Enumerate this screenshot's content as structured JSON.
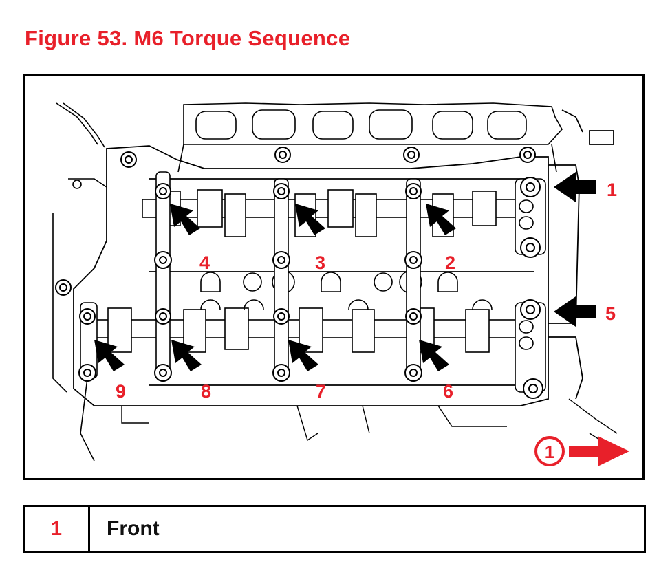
{
  "figure": {
    "title": "Figure 53.  M6 Torque Sequence"
  },
  "diagram": {
    "sequence_labels": [
      "1",
      "2",
      "3",
      "4",
      "5",
      "6",
      "7",
      "8",
      "9"
    ],
    "front_marker": "1",
    "colors": {
      "accent": "#e8202a",
      "ink": "#000000"
    },
    "icons": [
      "arrow-icon",
      "front-direction-arrow-icon",
      "bolt-icon"
    ]
  },
  "legend": {
    "rows": [
      {
        "number": "1",
        "description": "Front"
      }
    ]
  }
}
